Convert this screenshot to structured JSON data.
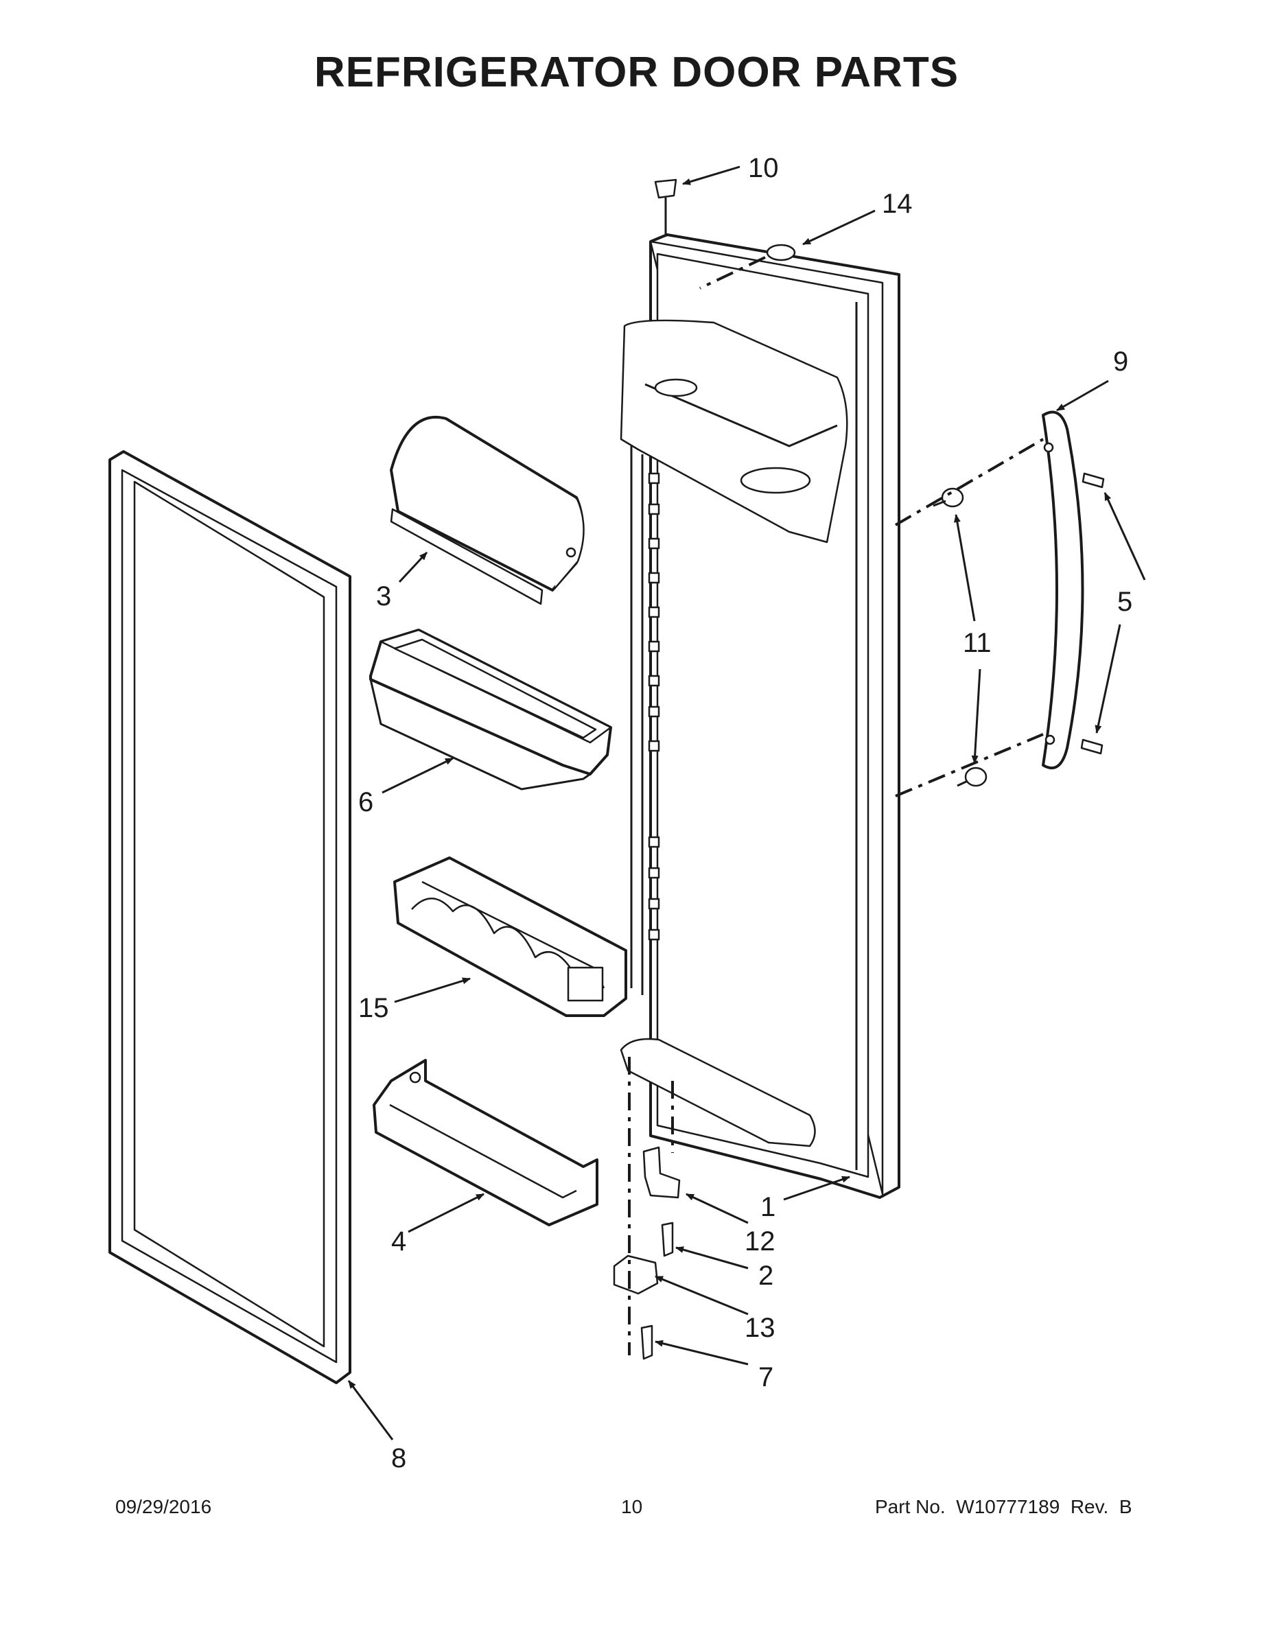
{
  "title": "REFRIGERATOR DOOR PARTS",
  "callouts": {
    "c1": "1",
    "c2": "2",
    "c3": "3",
    "c4": "4",
    "c5": "5",
    "c6": "6",
    "c7": "7",
    "c8": "8",
    "c9": "9",
    "c10": "10",
    "c11": "11",
    "c12": "12",
    "c13": "13",
    "c14": "14",
    "c15": "15"
  },
  "footer": {
    "date": "09/29/2016",
    "page": "10",
    "part_no": "Part No.  W10777189  Rev.  B"
  }
}
